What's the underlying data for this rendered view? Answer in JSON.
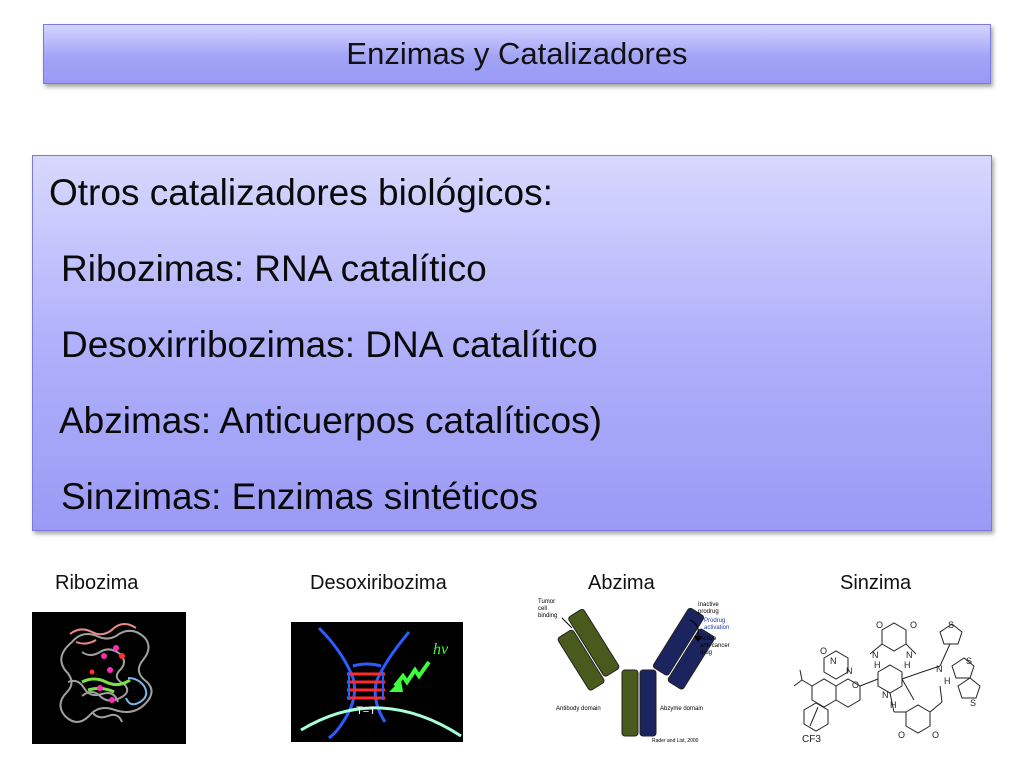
{
  "slide": {
    "title": "Enzimas y Catalizadores",
    "heading": "Otros catalizadores biológicos:",
    "bullets": [
      "Ribozimas: RNA catalítico",
      "Desoxirribozimas: DNA catalítico",
      "Abzimas: Anticuerpos catalíticos)",
      "Sinzimas: Enzimas sintéticos"
    ]
  },
  "figures": {
    "ribozima": {
      "caption": "Ribozima"
    },
    "desoxiribozima": {
      "caption": "Desoxiribozima",
      "hv_label": "hν",
      "base_label": "T=T"
    },
    "abzima": {
      "caption": "Abzima",
      "tumor_label_1": "Tumor",
      "tumor_label_2": "cell",
      "tumor_label_3": "binding",
      "inactive_1": "Inactive",
      "inactive_2": "prodrug",
      "activation_1": "Prodrug",
      "activation_2": "activation",
      "active_1": "Active",
      "active_2": "anti-cancer",
      "active_3": "drug",
      "antibody_domain": "Antibody domain",
      "abzyme_domain": "Abzyme domain",
      "credit": "Rader and List, 2000"
    },
    "sinzima": {
      "caption": "Sinzima",
      "cf3_label": "CF3"
    }
  },
  "colors": {
    "box_light": "#d8d8ff",
    "box_dark": "#9a9af5",
    "antibody_green": "#4a5a1c",
    "antibody_navy": "#1c2460"
  }
}
